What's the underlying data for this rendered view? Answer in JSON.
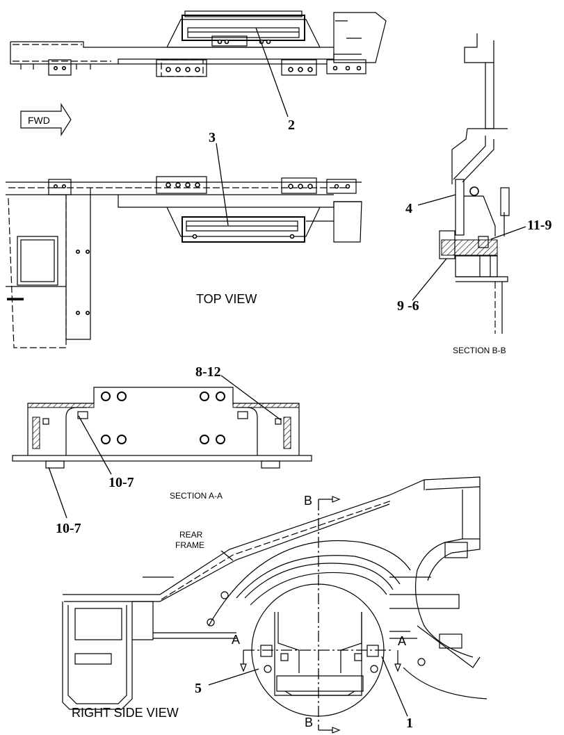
{
  "labels": {
    "fwd": "FWD",
    "top_view": "TOP VIEW",
    "section_bb": "SECTION B-B",
    "section_aa": "SECTION A-A",
    "rear_frame_line1": "REAR",
    "rear_frame_line2": "FRAME",
    "right_side_view": "RIGHT SIDE VIEW",
    "cut_a_left": "A",
    "cut_a_right": "A",
    "cut_b_top": "B",
    "cut_b_bottom": "B"
  },
  "callouts": {
    "c1": "1",
    "c2": "2",
    "c3": "3",
    "c4": "4",
    "c5": "5",
    "c8_12": "8-12",
    "c9_6": "9 -6",
    "c10_7_a": "10-7",
    "c10_7_b": "10-7",
    "c11_9": "11-9"
  },
  "colors": {
    "line": "#000000",
    "background": "#ffffff"
  }
}
